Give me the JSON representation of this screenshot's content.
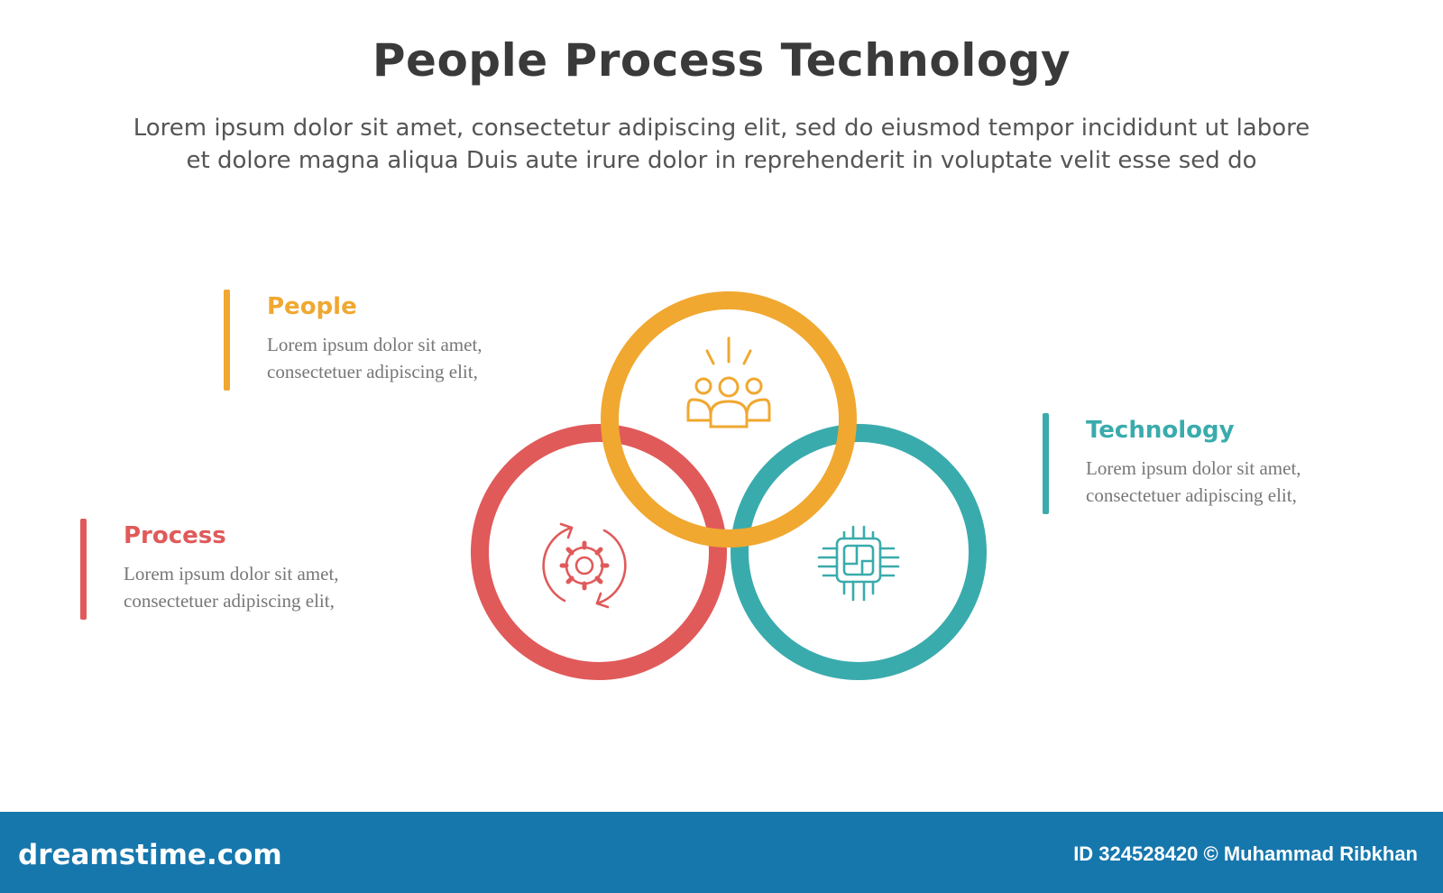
{
  "title": "People Process Technology",
  "subtitle": [
    "Lorem ipsum dolor sit amet, consectetur adipiscing elit, sed do eiusmod tempor incididunt ut labore",
    "et dolore magna aliqua Duis aute irure dolor in reprehenderit in voluptate velit esse sed do"
  ],
  "items": [
    {
      "id": "people",
      "heading": "People",
      "body": [
        "Lorem ipsum dolor sit amet,",
        "consectetuer adipiscing elit,"
      ],
      "color": "#f0a830",
      "icon": "people-group-icon"
    },
    {
      "id": "process",
      "heading": "Process",
      "body": [
        "Lorem ipsum dolor sit amet,",
        "consectetuer adipiscing elit,"
      ],
      "color": "#e05a5a",
      "icon": "gear-cycle-icon"
    },
    {
      "id": "technology",
      "heading": "Technology",
      "body": [
        "Lorem ipsum dolor sit amet,",
        "consectetuer adipiscing elit,"
      ],
      "color": "#3aabac",
      "icon": "chip-icon"
    }
  ],
  "watermark": {
    "logo_text": "dreamstime.com",
    "credit": "ID 324528420 © Muhammad Ribkhan"
  }
}
